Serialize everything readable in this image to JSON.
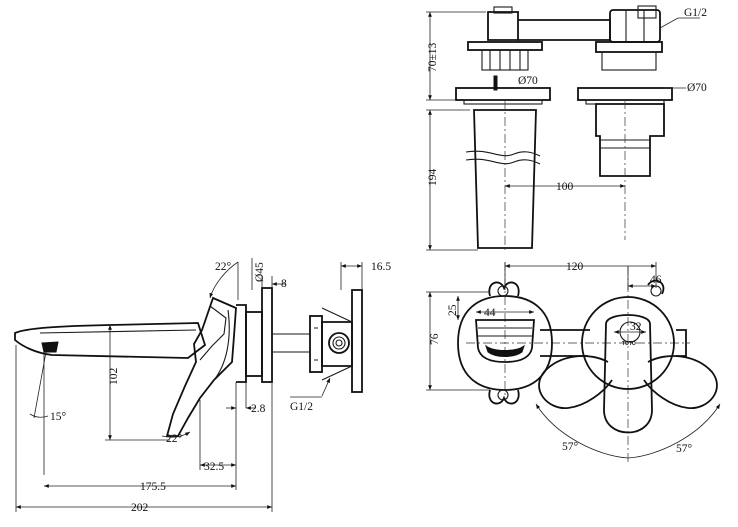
{
  "side_view": {
    "angle_top": "22°",
    "dia_45": "Ø45",
    "dim_8": "8",
    "dim_16_5": "16.5",
    "dim_102": "102",
    "angle_15": "15°",
    "angle_bottom": "22°",
    "dim_2_8": "2.8",
    "thread": "G1/2",
    "dim_32_5": "32.5",
    "dim_175_5": "175.5",
    "dim_202": "202"
  },
  "top_view": {
    "thread": "G1/2",
    "dim_70_13": "70±13",
    "dia_70_left": "Ø70",
    "dia_70_right": "Ø70",
    "dim_194": "194",
    "dim_100": "100"
  },
  "front_view": {
    "dim_120": "120",
    "dim_46": "46",
    "dim_25": "25",
    "dim_44": "44",
    "dim_32": "32",
    "dim_76": "76",
    "brand": "TOTO",
    "angle_left": "57°",
    "angle_right": "57°"
  }
}
